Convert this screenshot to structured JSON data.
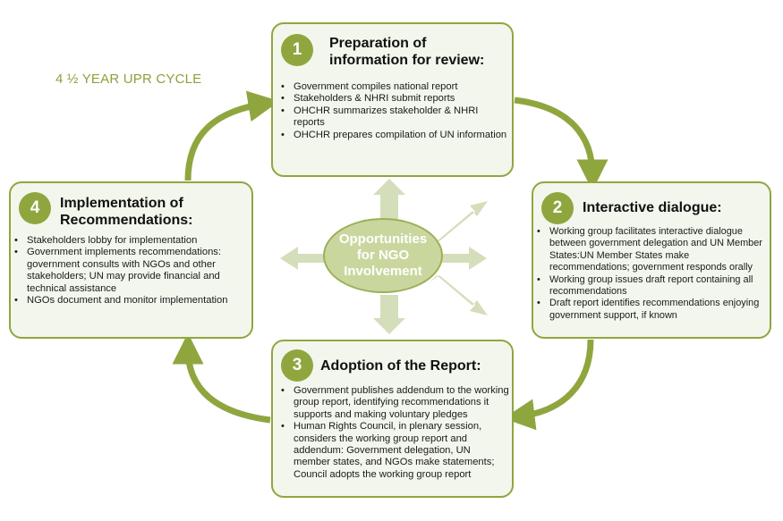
{
  "cycle_label": "4 ½ YEAR UPR CYCLE",
  "center_label": "Opportunities\nfor NGO\nInvolvement",
  "colors": {
    "accent": "#8fa63f",
    "box_fill": "#f3f6ec",
    "light_arrow": "#d5deba",
    "center_fill": "#c9d79f"
  },
  "steps": [
    {
      "number": "1",
      "title": "Preparation of\ninformation for review:",
      "bullets": [
        "Government compiles national report",
        "Stakeholders & NHRI submit reports",
        "OHCHR summarizes stakeholder & NHRI reports",
        "OHCHR prepares compilation of UN information"
      ]
    },
    {
      "number": "2",
      "title": "Interactive dialogue:",
      "bullets": [
        "Working group facilitates interactive dialogue between government delegation and UN Member States:UN Member States make recommendations; government responds orally",
        "Working group issues draft report containing all recommendations",
        "Draft report identifies recommendations enjoying government support, if known"
      ]
    },
    {
      "number": "3",
      "title": "Adoption of the Report:",
      "bullets": [
        "Government publishes addendum to the working group report, identifying recommendations it supports and making voluntary pledges",
        "Human Rights Council, in plenary session, considers the working group report and addendum: Government delegation, UN member states, and NGOs make statements; Council adopts the working group report"
      ]
    },
    {
      "number": "4",
      "title": "Implementation of\nRecommendations:",
      "bullets": [
        "Stakeholders lobby for implementation",
        "Government implements recommendations: government consults with NGOs and other stakeholders; UN may provide financial and technical assistance",
        "NGOs document and monitor implementation"
      ]
    }
  ]
}
